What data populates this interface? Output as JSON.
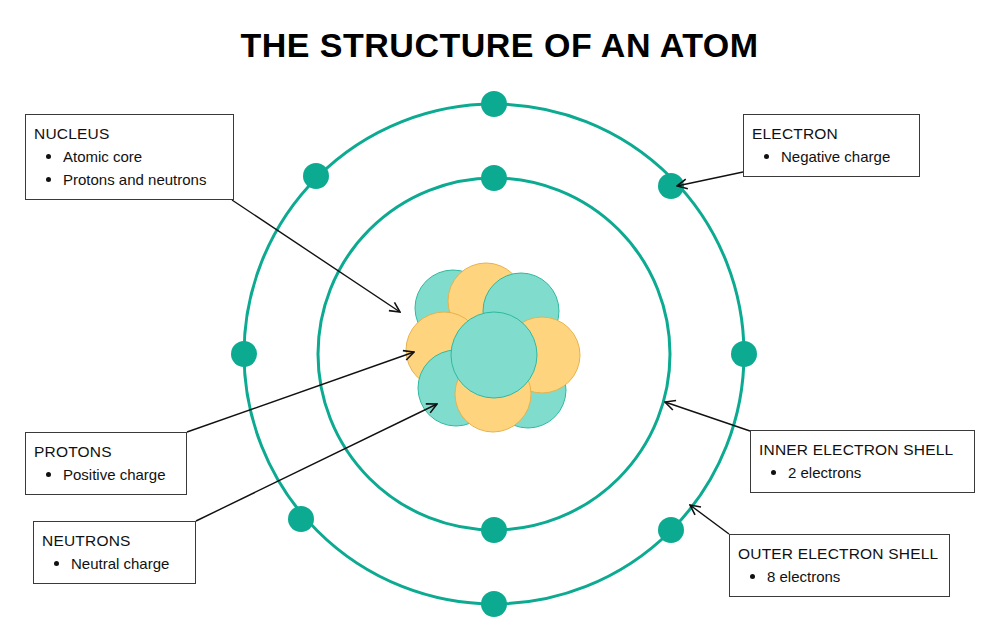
{
  "diagram": {
    "title": "THE STRUCTURE OF AN ATOM",
    "nodes": [
      {
        "text": [
          "NUCLEUS",
          "Atomic core",
          "Protons and neutrons"
        ]
      },
      {
        "text": [
          "ELECTRON",
          "Negative charge"
        ]
      },
      {
        "text": [
          "PROTONS",
          "Positive charge"
        ]
      },
      {
        "text": [
          "INNER ELECTRON SHELL",
          "2 electrons"
        ]
      },
      {
        "text": [
          "NEUTRONS",
          "Neutral charge"
        ]
      },
      {
        "text": [
          "OUTER ELECTRON SHELL",
          "8 electrons"
        ]
      }
    ]
  }
}
